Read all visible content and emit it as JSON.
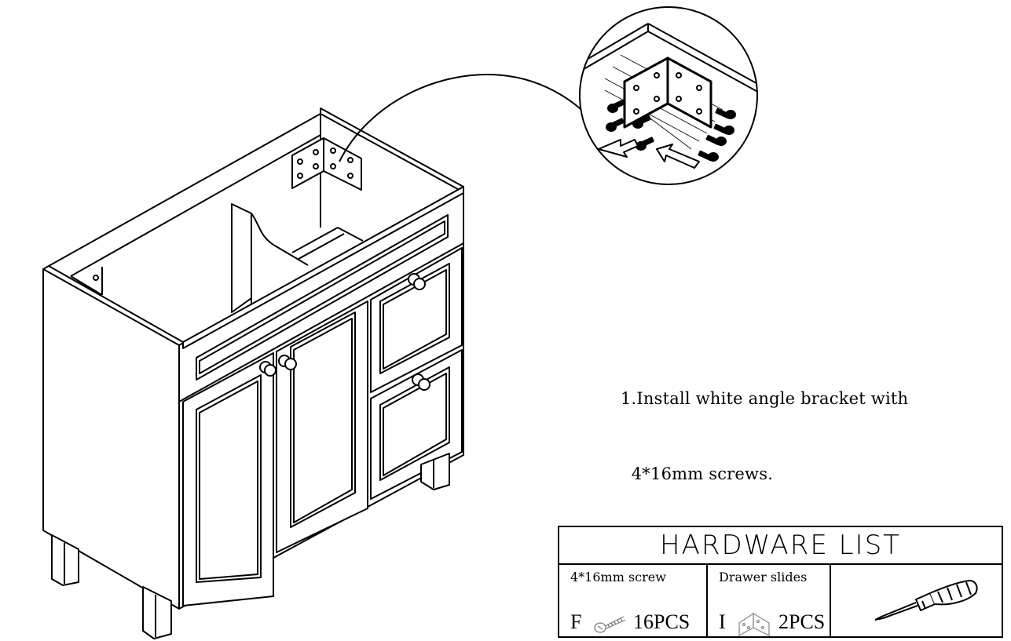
{
  "instruction": {
    "line1": "1.Install white angle bracket with",
    "line2": "  4*16mm screws."
  },
  "hardware_list": {
    "title": "HARDWARE LIST",
    "items": [
      {
        "label": "4*16mm screw",
        "code": "F",
        "qty": "16PCS",
        "icon": "screw-icon"
      },
      {
        "label": "Drawer slides",
        "code": "I",
        "qty": "2PCS",
        "icon": "angle-bracket-icon"
      },
      {
        "label": "",
        "code": "",
        "qty": "",
        "icon": "screwdriver-icon"
      }
    ]
  }
}
